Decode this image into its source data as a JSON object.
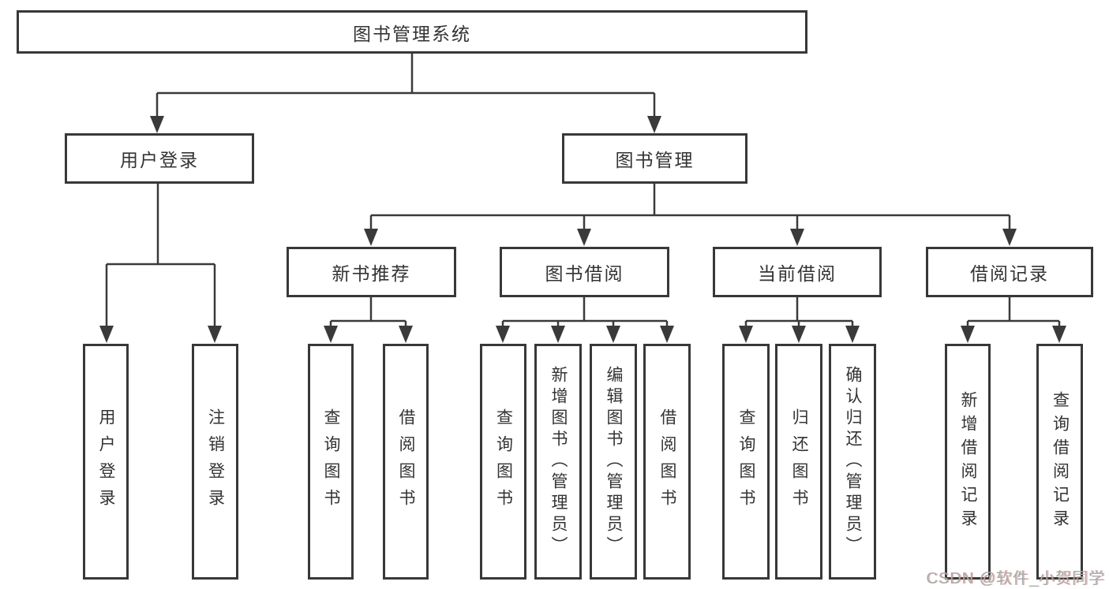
{
  "diagram": {
    "root": {
      "label": "图书管理系统",
      "children": [
        {
          "label": "用户登录",
          "children": [
            {
              "label": "用户登录"
            },
            {
              "label": "注销登录"
            }
          ]
        },
        {
          "label": "图书管理",
          "children": [
            {
              "label": "新书推荐",
              "children": [
                {
                  "label": "查询图书"
                },
                {
                  "label": "借阅图书"
                }
              ]
            },
            {
              "label": "图书借阅",
              "children": [
                {
                  "label": "查询图书"
                },
                {
                  "label": "新增图书（管理员）"
                },
                {
                  "label": "编辑图书（管理员）"
                },
                {
                  "label": "借阅图书"
                }
              ]
            },
            {
              "label": "当前借阅",
              "children": [
                {
                  "label": "查询图书"
                },
                {
                  "label": "归还图书"
                },
                {
                  "label": "确认归还（管理员）"
                }
              ]
            },
            {
              "label": "借阅记录",
              "children": [
                {
                  "label": "新增借阅记录"
                },
                {
                  "label": "查询借阅记录"
                }
              ]
            }
          ]
        }
      ]
    },
    "watermark": {
      "text": "CSDN @软件_小贺同学"
    },
    "colors": {
      "line": "#3a3a3a",
      "border": "#383838",
      "text": "#333333",
      "watermark": "#ababab"
    }
  }
}
